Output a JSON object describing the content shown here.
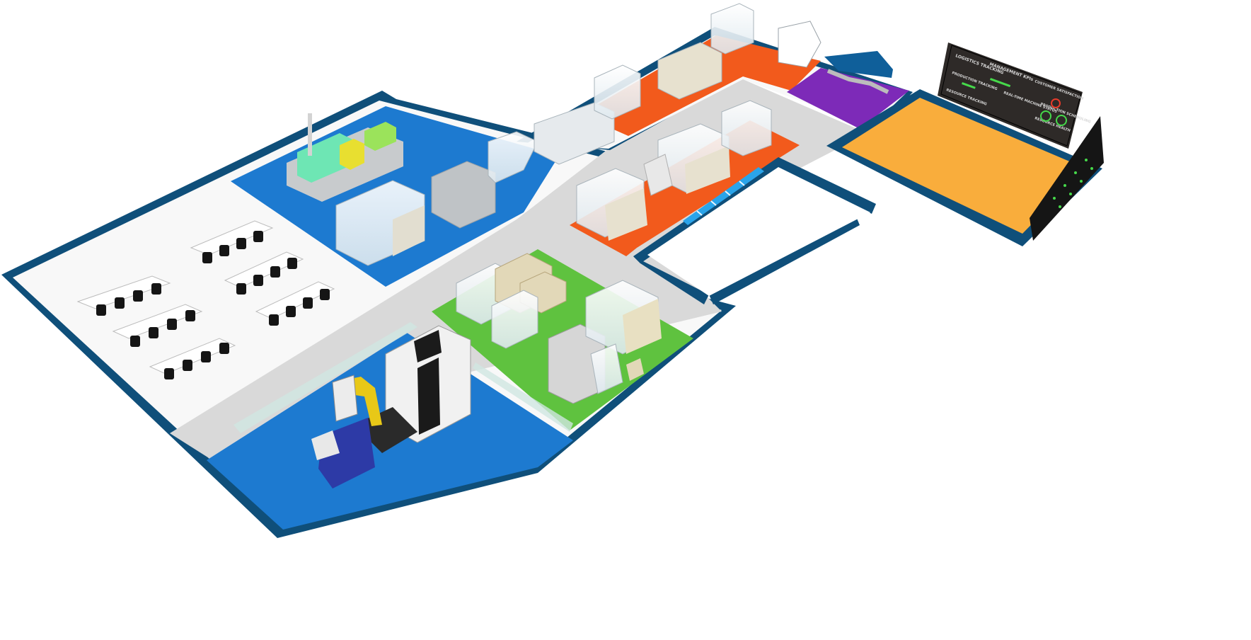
{
  "scene": {
    "description_free": true,
    "colors": {
      "wall": "#0f4f7a",
      "wall_dark": "#0a3d5f",
      "floor_white": "#f8f8f8",
      "aisle_gray": "#d9d9d9",
      "zone_blue": "#1d7ad0",
      "zone_orange": "#f25a1c",
      "zone_green": "#5fc23f",
      "zone_purple": "#7d2ab8",
      "zone_yellow": "#f9ad3c",
      "robot_yellow": "#e8c817",
      "machine_green": "#6ee6b4",
      "screen_dark": "#2e2a28",
      "screen_green": "#46d94b",
      "screen_red": "#e83b2b"
    }
  },
  "dashboard": {
    "logistics": "LOGISTICS TRACKING",
    "management": "MANAGEMENT KPIs",
    "production": "PRODUCTION TRACKING",
    "resource": "RESOURCE TRACKING",
    "realtime": "REAL-TIME MACHINE STATUS",
    "customer": "CUSTOMER SATISFACTION",
    "prod_sched": "PRODUCTION SCHEDULING",
    "resource_health": "RESOURCE HEALTH"
  }
}
